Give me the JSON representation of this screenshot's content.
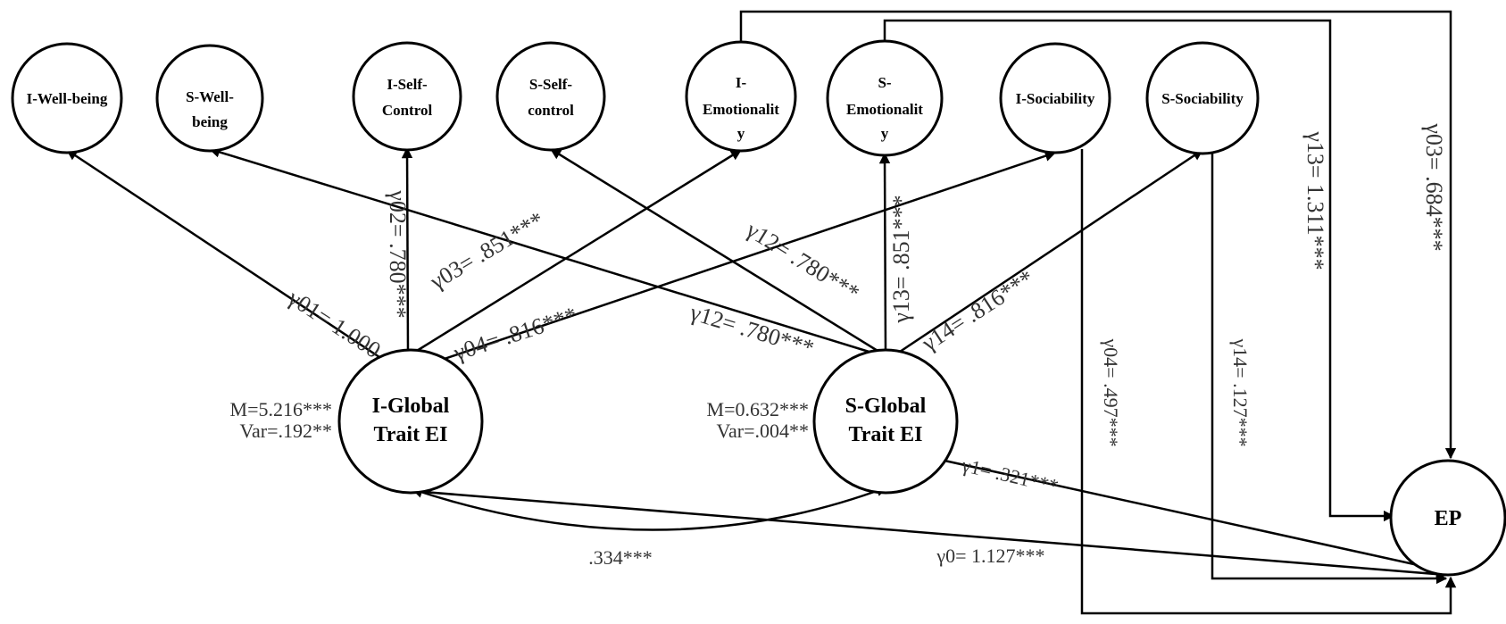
{
  "nodes": {
    "i_wellbeing": [
      "I-Well-being"
    ],
    "s_wellbeing": [
      "S-Well-",
      "being"
    ],
    "i_selfcontrol": [
      "I-Self-",
      "Control"
    ],
    "s_selfcontrol": [
      "S-Self-",
      "control"
    ],
    "i_emotionality": [
      "I-",
      "Emotionalit",
      "y"
    ],
    "s_emotionality": [
      "S-",
      "Emotionalit",
      "y"
    ],
    "i_sociability": [
      "I-Sociability"
    ],
    "s_sociability": [
      "S-Sociability"
    ],
    "i_global": [
      "I-Global",
      "Trait EI"
    ],
    "s_global": [
      "S-Global",
      "Trait EI"
    ],
    "ep": [
      "EP"
    ]
  },
  "stats": {
    "i_mean": "M=5.216***",
    "i_var": "Var=.192**",
    "s_mean": "M=0.632***",
    "s_var": "Var=.004**"
  },
  "coefficients": {
    "g01": "γ01= 1.000",
    "g02": "γ02= .780***",
    "g03": "γ03= .851***",
    "g04": "γ04= .816***",
    "g12_upper": "γ12= .780***",
    "g12_lower": "γ12= .780***",
    "g13_vert": "γ13= .851***",
    "g14": "γ14= .816***",
    "g13_ep": "γ13= 1.311***",
    "g03_ep": "γ03= .684***",
    "g04_ep": "γ04= .497***",
    "g14_ep": "γ14= .127***",
    "g1": "γ1= .321***",
    "g0": "γ0= 1.127***",
    "cov": ".334***"
  }
}
